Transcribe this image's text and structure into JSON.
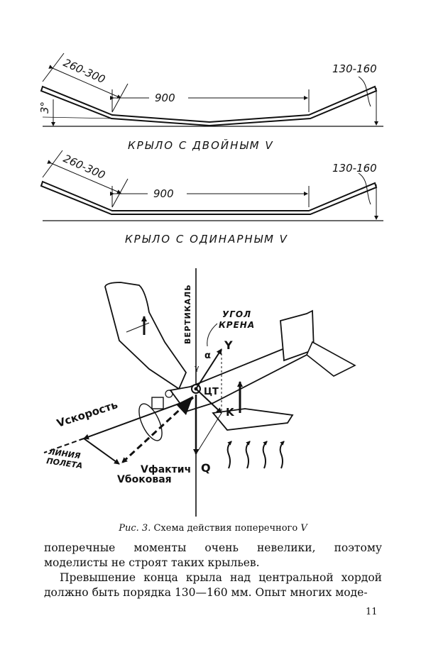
{
  "wing_double": {
    "span_outer": "260-300",
    "span_center": "900",
    "tip_height": "130-160",
    "angle": "3°",
    "caption": "КРЫЛО С ДВОЙНЫМ V"
  },
  "wing_single": {
    "span_outer": "260-300",
    "span_center": "900",
    "tip_height": "130-160",
    "caption": "КРЫЛО С ОДИНАРНЫМ V"
  },
  "aircraft": {
    "vertical": "ВЕРТИКАЛЬ",
    "bank_angle_1": "УГОЛ",
    "bank_angle_2": "КРЕНА",
    "y": "Y",
    "alpha": "α",
    "gamma": "γ",
    "ct": "ЦТ",
    "k": "K",
    "q": "Q",
    "v_speed": "Vскорость",
    "flight_line_1": "ЛИНИЯ",
    "flight_line_2": "ПОЛЕТА",
    "v_actual": "Vфактич",
    "v_side": "Vбоковая"
  },
  "figure_caption": {
    "prefix": "Рис. 3.",
    "text": "Схема действия поперечного",
    "suffix": "V"
  },
  "body": {
    "para1": "поперечные моменты очень невелики, поэтому моделисты не строят таких крыльев.",
    "para2": "Превышение конца крыла над центральной хордой должно быть порядка 130—160 мм. Опыт многих моде-"
  },
  "page_number": "11"
}
